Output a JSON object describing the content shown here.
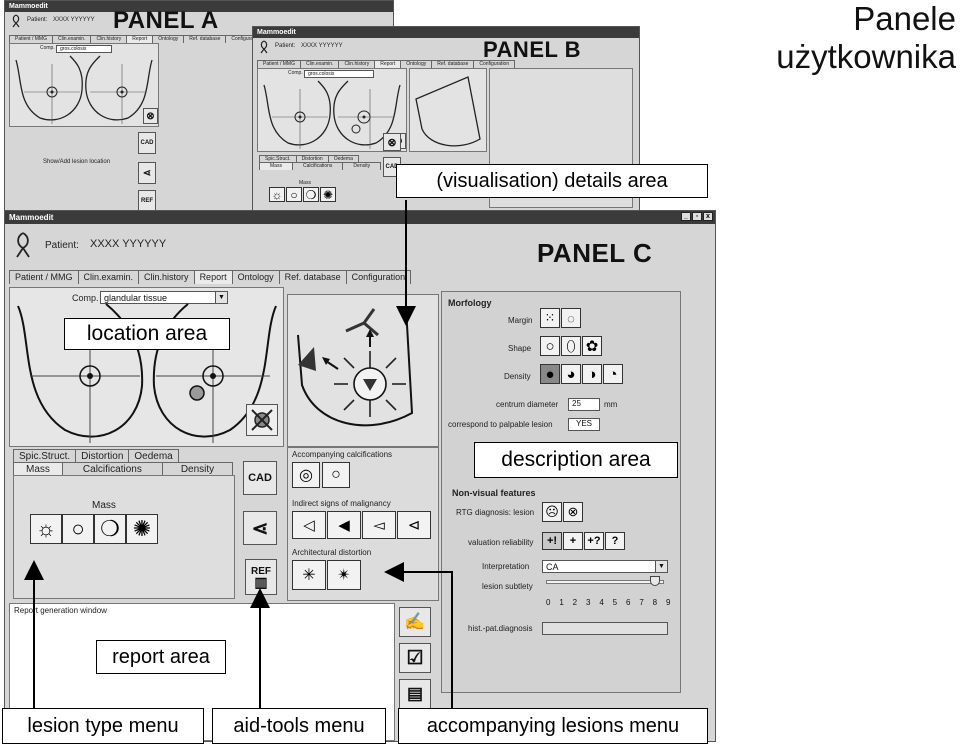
{
  "slide_title": [
    "Panele",
    "użytkownika"
  ],
  "panel_a": {
    "app_title": "Mammoedit",
    "patient_label": "Patient:",
    "patient_name": "XXXX YYYYYY",
    "panel_title": "PANEL A",
    "tabs": [
      "Patient / MMG",
      "Clin.examin.",
      "Clin.history",
      "Report",
      "Ontology",
      "Ref. database",
      "Configuration"
    ],
    "comp_label": "Comp.",
    "comp_value": "gros.colosis",
    "show_add_label": "Show/Add lesion location"
  },
  "panel_b": {
    "app_title": "Mammoedit",
    "patient_label": "Patient:",
    "patient_name": "XXXX YYYYYY",
    "panel_title": "PANEL B",
    "tabs": [
      "Patient / MMG",
      "Clin.examin.",
      "Clin.history",
      "Report",
      "Ontology",
      "Ref. database",
      "Configuration"
    ],
    "comp_label": "Comp.",
    "comp_value": "gros.colosis",
    "lesion_tabs_top": [
      "Spic.Struct.",
      "Distortion",
      "Oedema"
    ],
    "lesion_tabs_bottom": [
      "Mass",
      "Calcifications",
      "Density"
    ],
    "mass_label": "Mass"
  },
  "panel_c": {
    "app_title": "Mammoedit",
    "window_buttons": [
      "_",
      "▫",
      "x"
    ],
    "patient_label": "Patient:",
    "patient_name": "XXXX YYYYYY",
    "panel_title": "PANEL C",
    "tabs": [
      "Patient / MMG",
      "Clin.examin.",
      "Clin.history",
      "Report",
      "Ontology",
      "Ref. database",
      "Configuration"
    ],
    "comp_label": "Comp.",
    "comp_value": "glandular tissue",
    "lesion_tabs_top": [
      "Spic.Struct.",
      "Distortion",
      "Oedema"
    ],
    "lesion_tabs_bottom": [
      "Mass",
      "Calcifications",
      "Density"
    ],
    "mass_label": "Mass",
    "tool_cad": "CAD",
    "tool_ref": "REF",
    "accompanying_calcifications": "Accompanying calcifications",
    "indirect_signs": "Indirect signs of malignancy",
    "architectural_distortion": "Architectural distortion",
    "morfology": {
      "heading": "Morfology",
      "margin": "Margin",
      "shape": "Shape",
      "density": "Density",
      "centrum_label": "centrum diameter",
      "centrum_value": "25",
      "centrum_unit": "mm",
      "palpable_label": "correspond to palpable lesion",
      "palpable_value": "YES"
    },
    "non_visual": {
      "heading": "Non-visual features",
      "rtg": "RTG diagnosis: lesion",
      "valuation": "valuation reliability",
      "valuation_buttons": [
        "+!",
        "+",
        "+?",
        "?"
      ],
      "interpretation_label": "Interpretation",
      "interpretation_value": "CA",
      "subtlety_label": "lesion subtlety",
      "subtlety_value": 8,
      "subtlety_ticks": [
        "0",
        "1",
        "2",
        "3",
        "4",
        "5",
        "6",
        "7",
        "8",
        "9"
      ],
      "histpat_label": "hist.-pat.diagnosis"
    },
    "report_window_label": "Report generation window"
  },
  "callouts": {
    "details_area": "(visualisation) details area",
    "location_area": "location area",
    "description_area": "description area",
    "report_area": "report area",
    "lesion_type_menu": "lesion type menu",
    "aid_tools_menu": "aid-tools menu",
    "accompanying_lesions_menu": "accompanying lesions menu"
  },
  "colors": {
    "window_bg": "#d6d6d6",
    "titlebar": "#3b3b3b",
    "callout_border": "#000000"
  }
}
